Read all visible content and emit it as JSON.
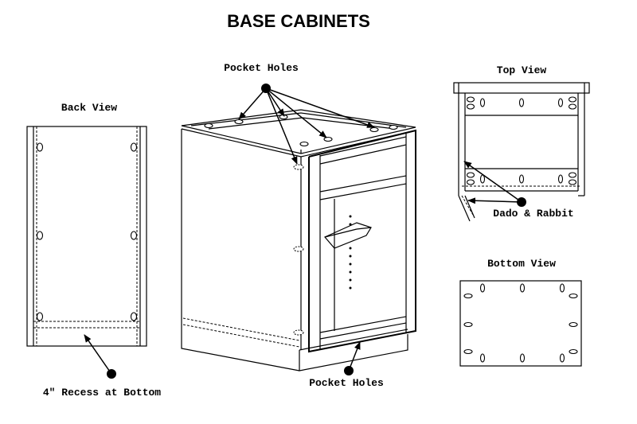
{
  "title": "BASE CABINETS",
  "labels": {
    "back_view": "Back View",
    "top_view": "Top View",
    "bottom_view": "Bottom View",
    "pocket_holes_top": "Pocket Holes",
    "pocket_holes_bottom": "Pocket Holes",
    "dado_rabbit": "Dado & Rabbit",
    "recess": "4\" Recess at Bottom"
  }
}
